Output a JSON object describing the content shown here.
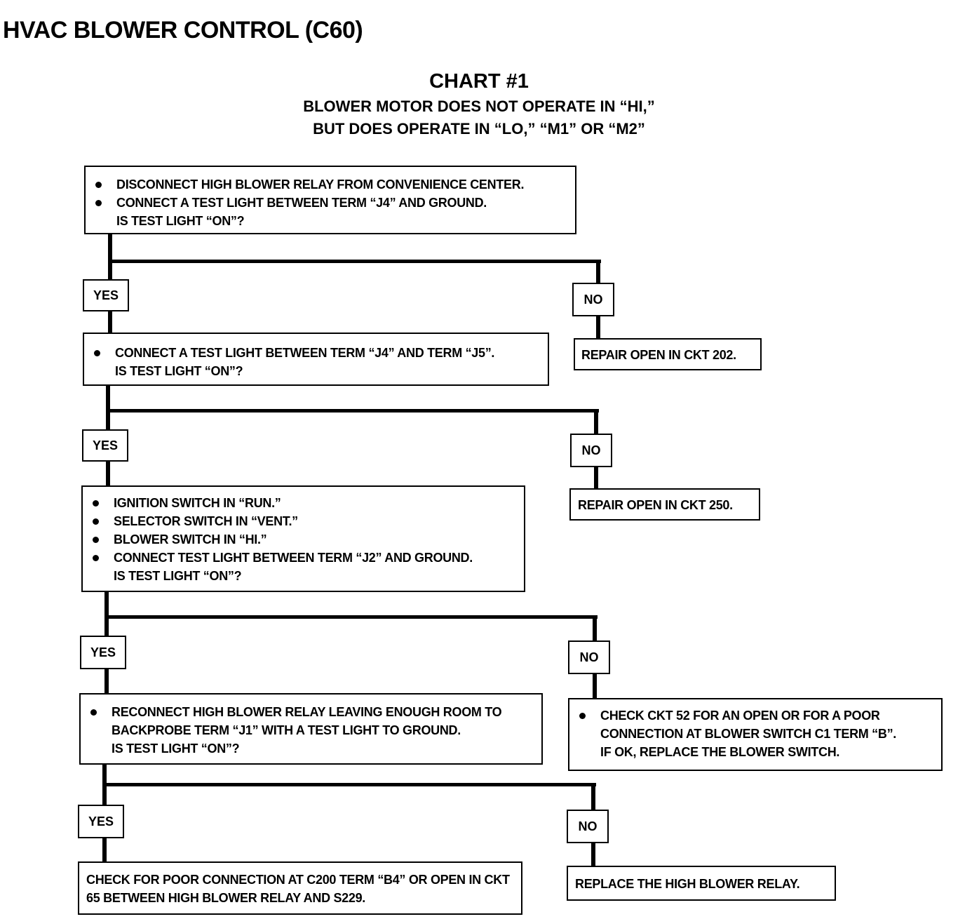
{
  "title": "HVAC BLOWER CONTROL (C60)",
  "chart": {
    "number": "CHART #1",
    "subtitle_line1": "BLOWER MOTOR DOES NOT OPERATE IN “HI,”",
    "subtitle_line2": "BUT DOES OPERATE IN “LO,” “M1” OR “M2”"
  },
  "steps": [
    {
      "bullets": [
        "DISCONNECT HIGH BLOWER RELAY FROM CONVENIENCE CENTER.",
        "CONNECT A TEST LIGHT BETWEEN TERM “J4” AND GROUND."
      ],
      "question": "IS TEST LIGHT “ON”?",
      "yes_label": "YES",
      "no_label": "NO",
      "no_result": "REPAIR OPEN IN CKT 202."
    },
    {
      "bullets": [
        "CONNECT A TEST LIGHT BETWEEN TERM “J4” AND TERM “J5”."
      ],
      "question": "IS TEST LIGHT “ON”?",
      "yes_label": "YES",
      "no_label": "NO",
      "no_result": "REPAIR OPEN IN CKT 250."
    },
    {
      "bullets": [
        "IGNITION SWITCH IN “RUN.”",
        "SELECTOR SWITCH IN “VENT.”",
        "BLOWER SWITCH IN “HI.”",
        "CONNECT TEST LIGHT BETWEEN TERM “J2” AND GROUND."
      ],
      "question": "IS TEST LIGHT “ON”?",
      "yes_label": "YES",
      "no_label": "NO",
      "no_result_bullet": "CHECK CKT 52 FOR AN OPEN OR FOR A POOR CONNECTION AT BLOWER SWITCH C1 TERM “B”.",
      "no_result_followup": "IF OK, REPLACE THE BLOWER SWITCH."
    },
    {
      "bullets": [
        "RECONNECT HIGH BLOWER RELAY LEAVING ENOUGH ROOM TO BACKPROBE TERM “J1” WITH A TEST LIGHT TO GROUND."
      ],
      "question": "IS TEST LIGHT “ON”?",
      "yes_label": "YES",
      "no_label": "NO",
      "yes_result": "CHECK FOR POOR CONNECTION AT C200 TERM “B4” OR OPEN IN CKT 65 BETWEEN HIGH BLOWER RELAY AND S229.",
      "no_result": "REPLACE THE HIGH BLOWER RELAY."
    }
  ]
}
